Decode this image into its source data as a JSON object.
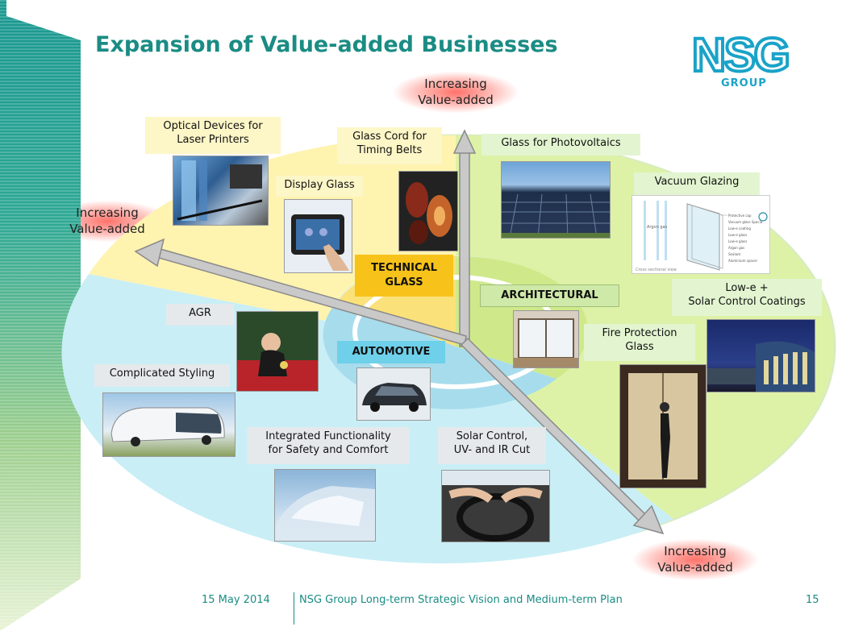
{
  "title": "Expansion of Value-added Businesses",
  "logo": {
    "letters": "NSG",
    "sub": "GROUP",
    "color": "#1aa3c8"
  },
  "arrows": {
    "top": "Increasing Value-added",
    "left": "Increasing Value-added",
    "bottom": "Increasing Value-added"
  },
  "categories": {
    "technical": [
      "TECHNICAL",
      "GLASS"
    ],
    "architectural": "ARCHITECTURAL",
    "automotive": "AUTOMOTIVE"
  },
  "labels": {
    "optical": [
      "Optical Devices for",
      "Laser Printers"
    ],
    "glass_cord": [
      "Glass Cord for",
      "Timing Belts"
    ],
    "display": "Display Glass",
    "photovoltaics": "Glass for Photovoltaics",
    "vacuum": "Vacuum Glazing",
    "lowe": [
      "Low-e +",
      "Solar Control Coatings"
    ],
    "fire": [
      "Fire Protection",
      "Glass"
    ],
    "agr": "AGR",
    "styling": "Complicated Styling",
    "integrated": [
      "Integrated Functionality",
      "for Safety and Comfort"
    ],
    "solar_control": [
      "Solar Control,",
      "UV- and IR Cut"
    ]
  },
  "vacuum_diagram": {
    "left_label": "Argon gas",
    "parts": [
      "Protective cap",
      "Vacuum glass Spacia",
      "Low-e coating",
      "Low-e glass",
      "Low-e glass",
      "Argon gas",
      "Sealant",
      "Aluminium spacer"
    ],
    "caption": "Cross sectional view"
  },
  "footer": {
    "date": "15 May 2014",
    "text": "NSG Group Long-term Strategic Vision and Medium-term Plan",
    "page": "15"
  },
  "colors": {
    "accent": "#1a8c84",
    "tech_area": "#fff3b0",
    "arch_area": "#ddf2a6",
    "auto_area": "#c9eef6",
    "tech_box": "#f7c31a",
    "arch_box": "#cfe9a8",
    "auto_box": "#6fd0ea"
  }
}
